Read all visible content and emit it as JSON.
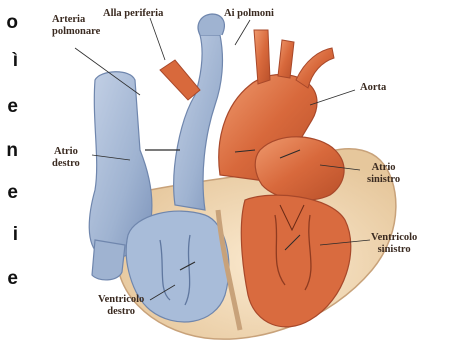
{
  "left_column_chars": [
    "o",
    "ì",
    "e",
    "n",
    "e",
    "i",
    "e"
  ],
  "labels": {
    "arteria_polmonare": {
      "line1": "Arteria",
      "line2": "polmonare"
    },
    "alla_periferia": "Alla periferia",
    "ai_polmoni": "Ai polmoni",
    "aorta": "Aorta",
    "atrio_destro": {
      "line1": "Atrio",
      "line2": "destro"
    },
    "atrio_sinistro": {
      "line1": "Atrio",
      "line2": "sinistro"
    },
    "ventricolo_sinistro": {
      "line1": "Ventricolo",
      "line2": "sinistro"
    },
    "ventricolo_destro": {
      "line1": "Ventricolo",
      "line2": "destro"
    }
  },
  "colors": {
    "venous_blue": "#9fb3d1",
    "venous_blue_dark": "#6f86ad",
    "arterial_red": "#d8693c",
    "arterial_red_dark": "#b9502a",
    "myocardium_cream": "#f0d9b8",
    "label_text": "#3a2a20"
  },
  "icons": [
    "heart-anatomy-illustration"
  ]
}
